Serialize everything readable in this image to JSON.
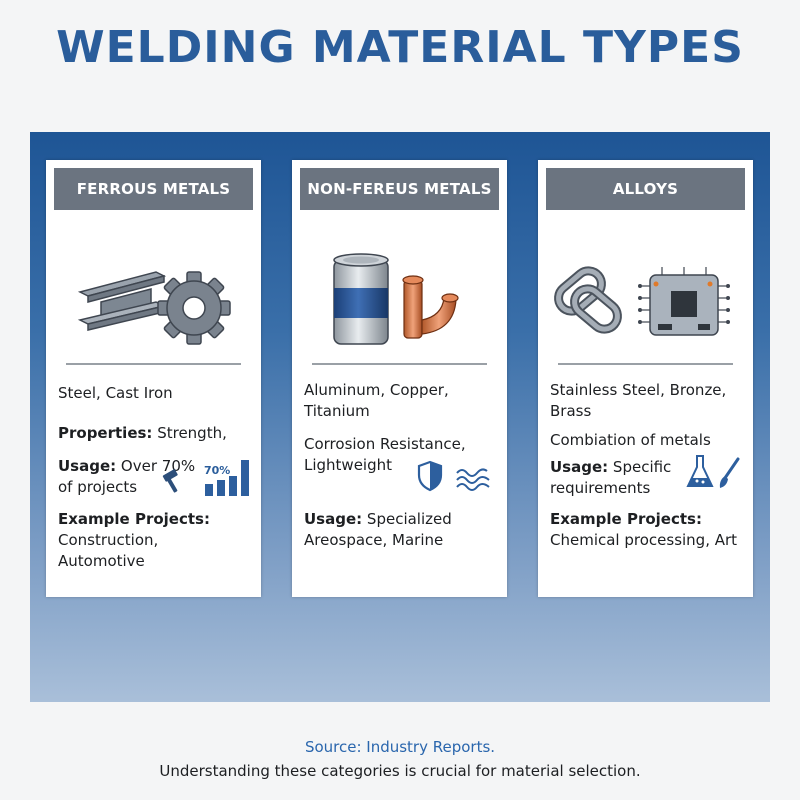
{
  "title": "WELDING MATERIAL TYPES",
  "colors": {
    "title": "#2a5d9b",
    "panel_top": "#1e5595",
    "panel_bottom": "#a9bfd9",
    "card_header": "#6b7480",
    "source_text": "#2a66ad"
  },
  "cards": [
    {
      "header": "FERROUS METALS",
      "icons": [
        "i-beam-icon",
        "gear-icon"
      ],
      "materials": "Steel, Cast Iron",
      "properties_label": "Properties:",
      "properties_value": "Strength,",
      "usage_label": "Usage:",
      "usage_value": "Over 70% of projects",
      "usage_icons": [
        "hammer-icon",
        "bar-chart-icon"
      ],
      "chart_badge": "70%",
      "example_label": "Example Projects:",
      "example_value": "Construction, Automotive"
    },
    {
      "header": "NON-FEREUS METALS",
      "icons": [
        "aluminum-can-icon",
        "copper-pipe-icon"
      ],
      "materials": "Aluminum, Copper, Titanium",
      "properties_value": "Corrosion Resistance, Lightweight",
      "property_icons": [
        "shield-icon",
        "waves-icon"
      ],
      "usage_label": "Usage:",
      "usage_value": "Specialized Areospace, Marine"
    },
    {
      "header": "ALLOYS",
      "icons": [
        "chain-links-icon",
        "circuit-chip-icon"
      ],
      "materials": "Stainless Steel, Bronze, Brass",
      "properties_value": "Combiation of metals",
      "usage_label": "Usage:",
      "usage_value": "Specific requirements",
      "usage_icons": [
        "flask-icon",
        "paintbrush-icon"
      ],
      "example_label": "Example Projects:",
      "example_value": "Chemical processing, Art"
    }
  ],
  "footer": {
    "source": "Source: Industry Reports.",
    "note": "Understanding these categories is crucial for material selection."
  }
}
